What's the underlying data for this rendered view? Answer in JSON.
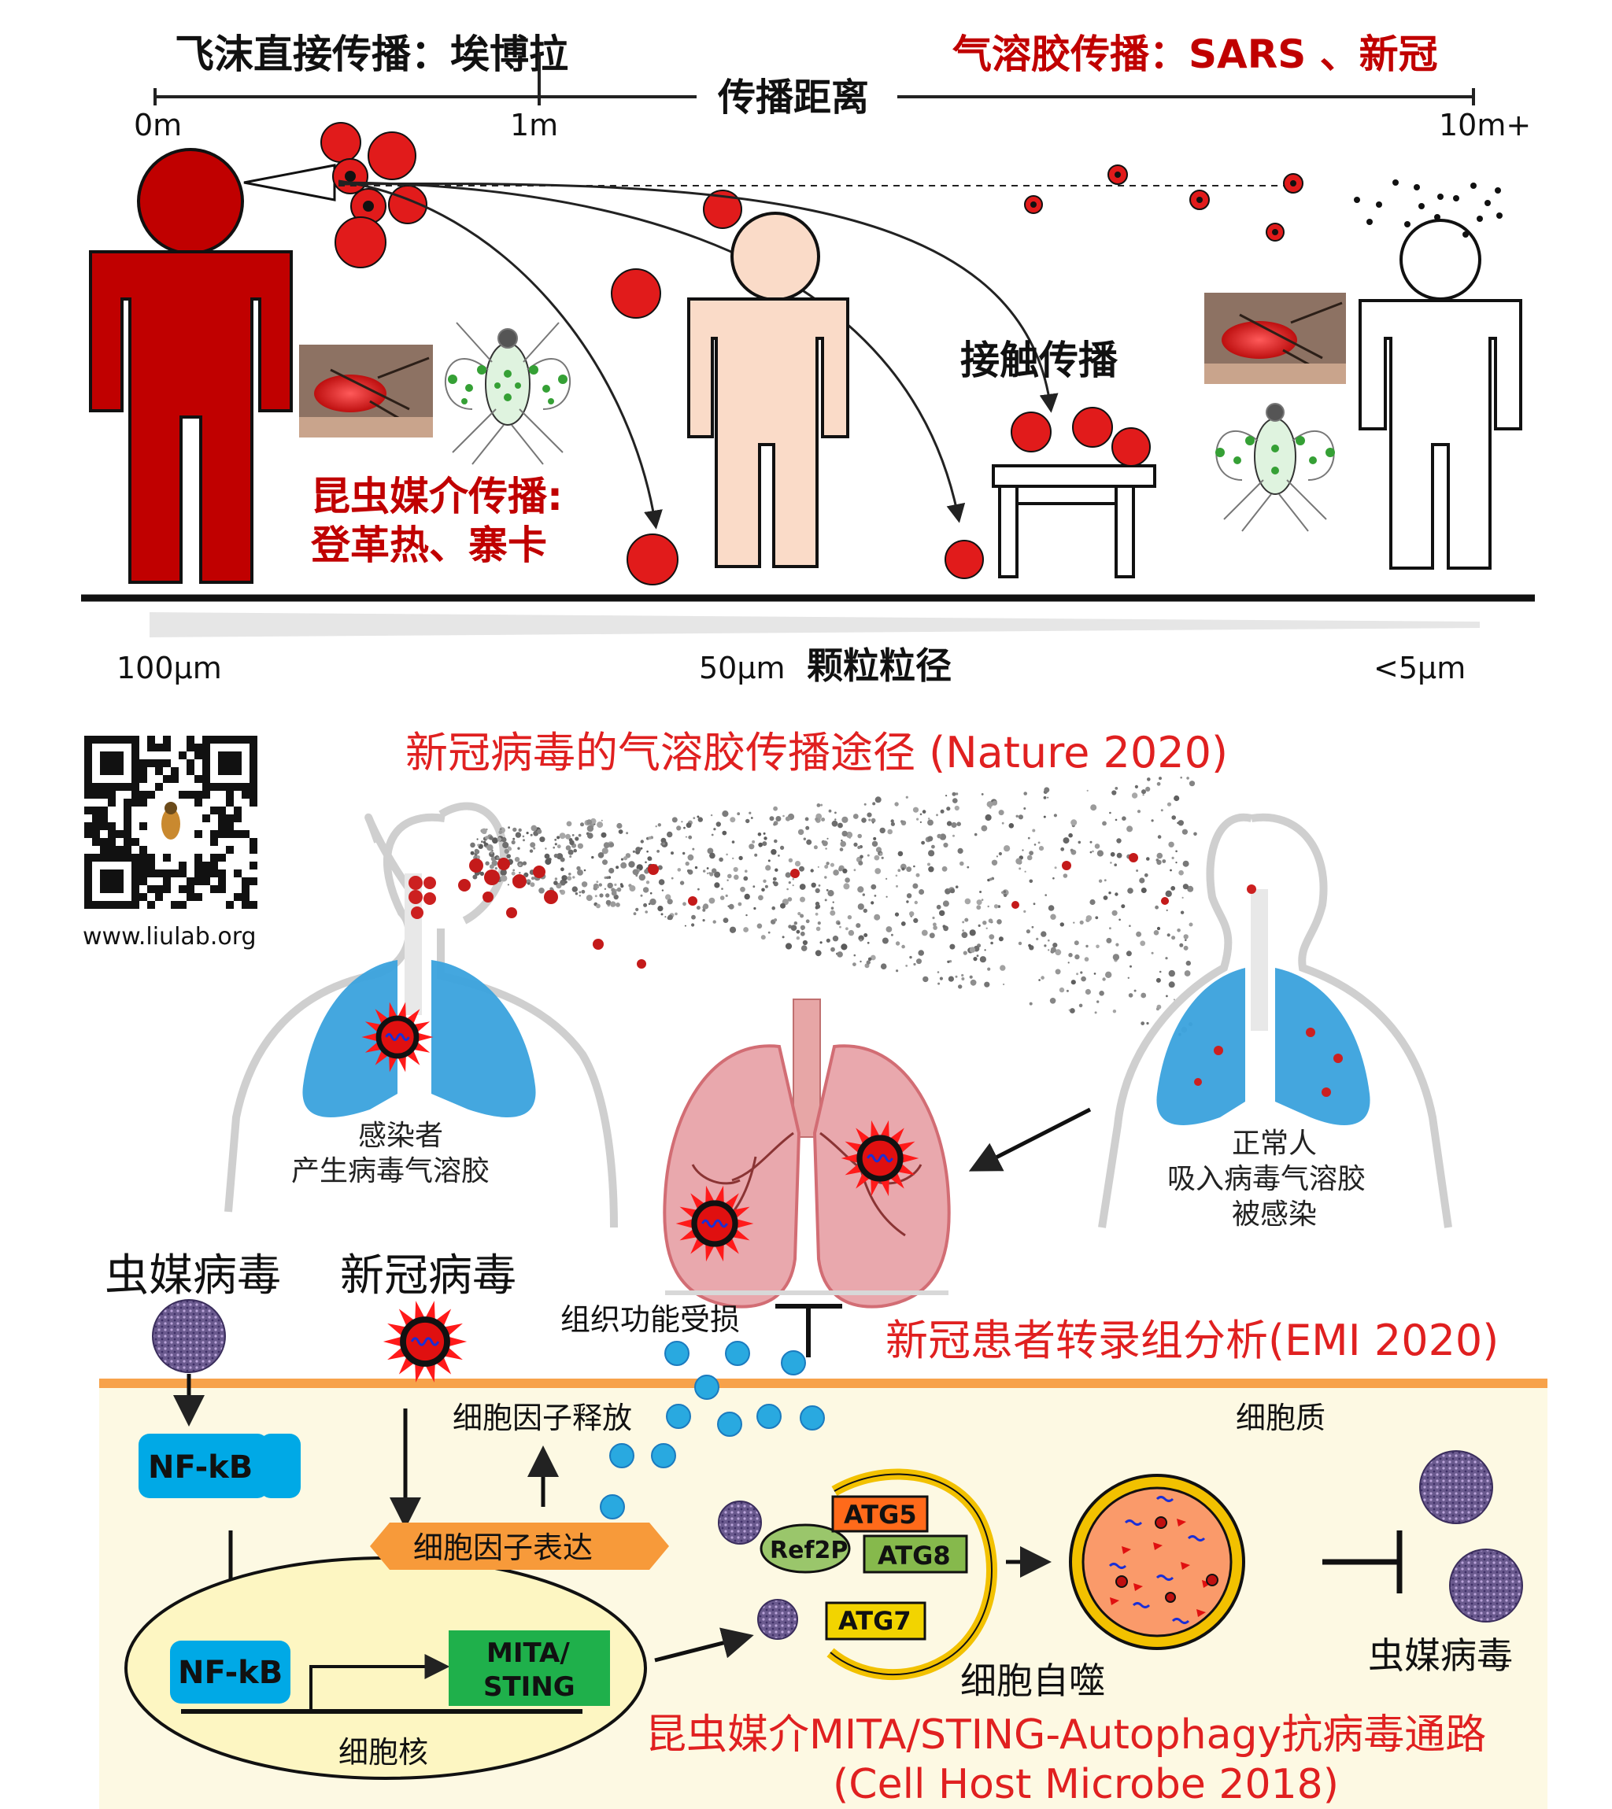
{
  "top": {
    "droplet_label": "飞沫直接传播：埃博拉",
    "aerosol_label": "气溶胶传播：SARS 、新冠",
    "distance_label": "传播距离",
    "dist_ticks": [
      "0m",
      "1m",
      "10m+"
    ],
    "contact_label": "接触传播",
    "vector_label_1": "昆虫媒介传播:",
    "vector_label_2": "登革热、寨卡",
    "size_ticks": [
      "100μm",
      "50μm",
      "<5μm"
    ],
    "size_label": "颗粒粒径"
  },
  "qr": {
    "url": "www.liulab.org"
  },
  "middle": {
    "title": "新冠病毒的气溶胶传播途径 (Nature 2020)",
    "infected_1": "感染者",
    "infected_2": "产生病毒气溶胶",
    "normal_1": "正常人",
    "normal_2": "吸入病毒气溶胶",
    "normal_3": "被感染"
  },
  "bottom": {
    "vector_virus": "虫媒病毒",
    "sars_virus": "新冠病毒",
    "tissue_damage": "组织功能受损",
    "emi_title": "新冠患者转录组分析(EMI 2020)",
    "cytokine_release": "细胞因子释放",
    "cytoplasm": "细胞质",
    "nfkb_1": "NF-kB",
    "nfkb_2": "NF-kB",
    "cytokine_expr": "细胞因子表达",
    "mita": "MITA/",
    "sting": "STING",
    "nucleus": "细胞核",
    "ref2p": "Ref2P",
    "atg5": "ATG5",
    "atg8": "ATG8",
    "atg7": "ATG7",
    "autophagy": "细胞自噬",
    "vector_virus_2": "虫媒病毒",
    "pathway_title": "昆虫媒介MITA/STING-Autophagy抗病毒通路",
    "pathway_ref": "(Cell Host Microbe 2018)"
  },
  "colors": {
    "red": "#cc0000",
    "dark_red": "#c00000",
    "skin": "#fadbc8",
    "orange": "#f7a24a",
    "cyan": "#29a9e0",
    "lung_blue": "#3aa2dd",
    "cell_yellow": "#fdf9e3"
  }
}
